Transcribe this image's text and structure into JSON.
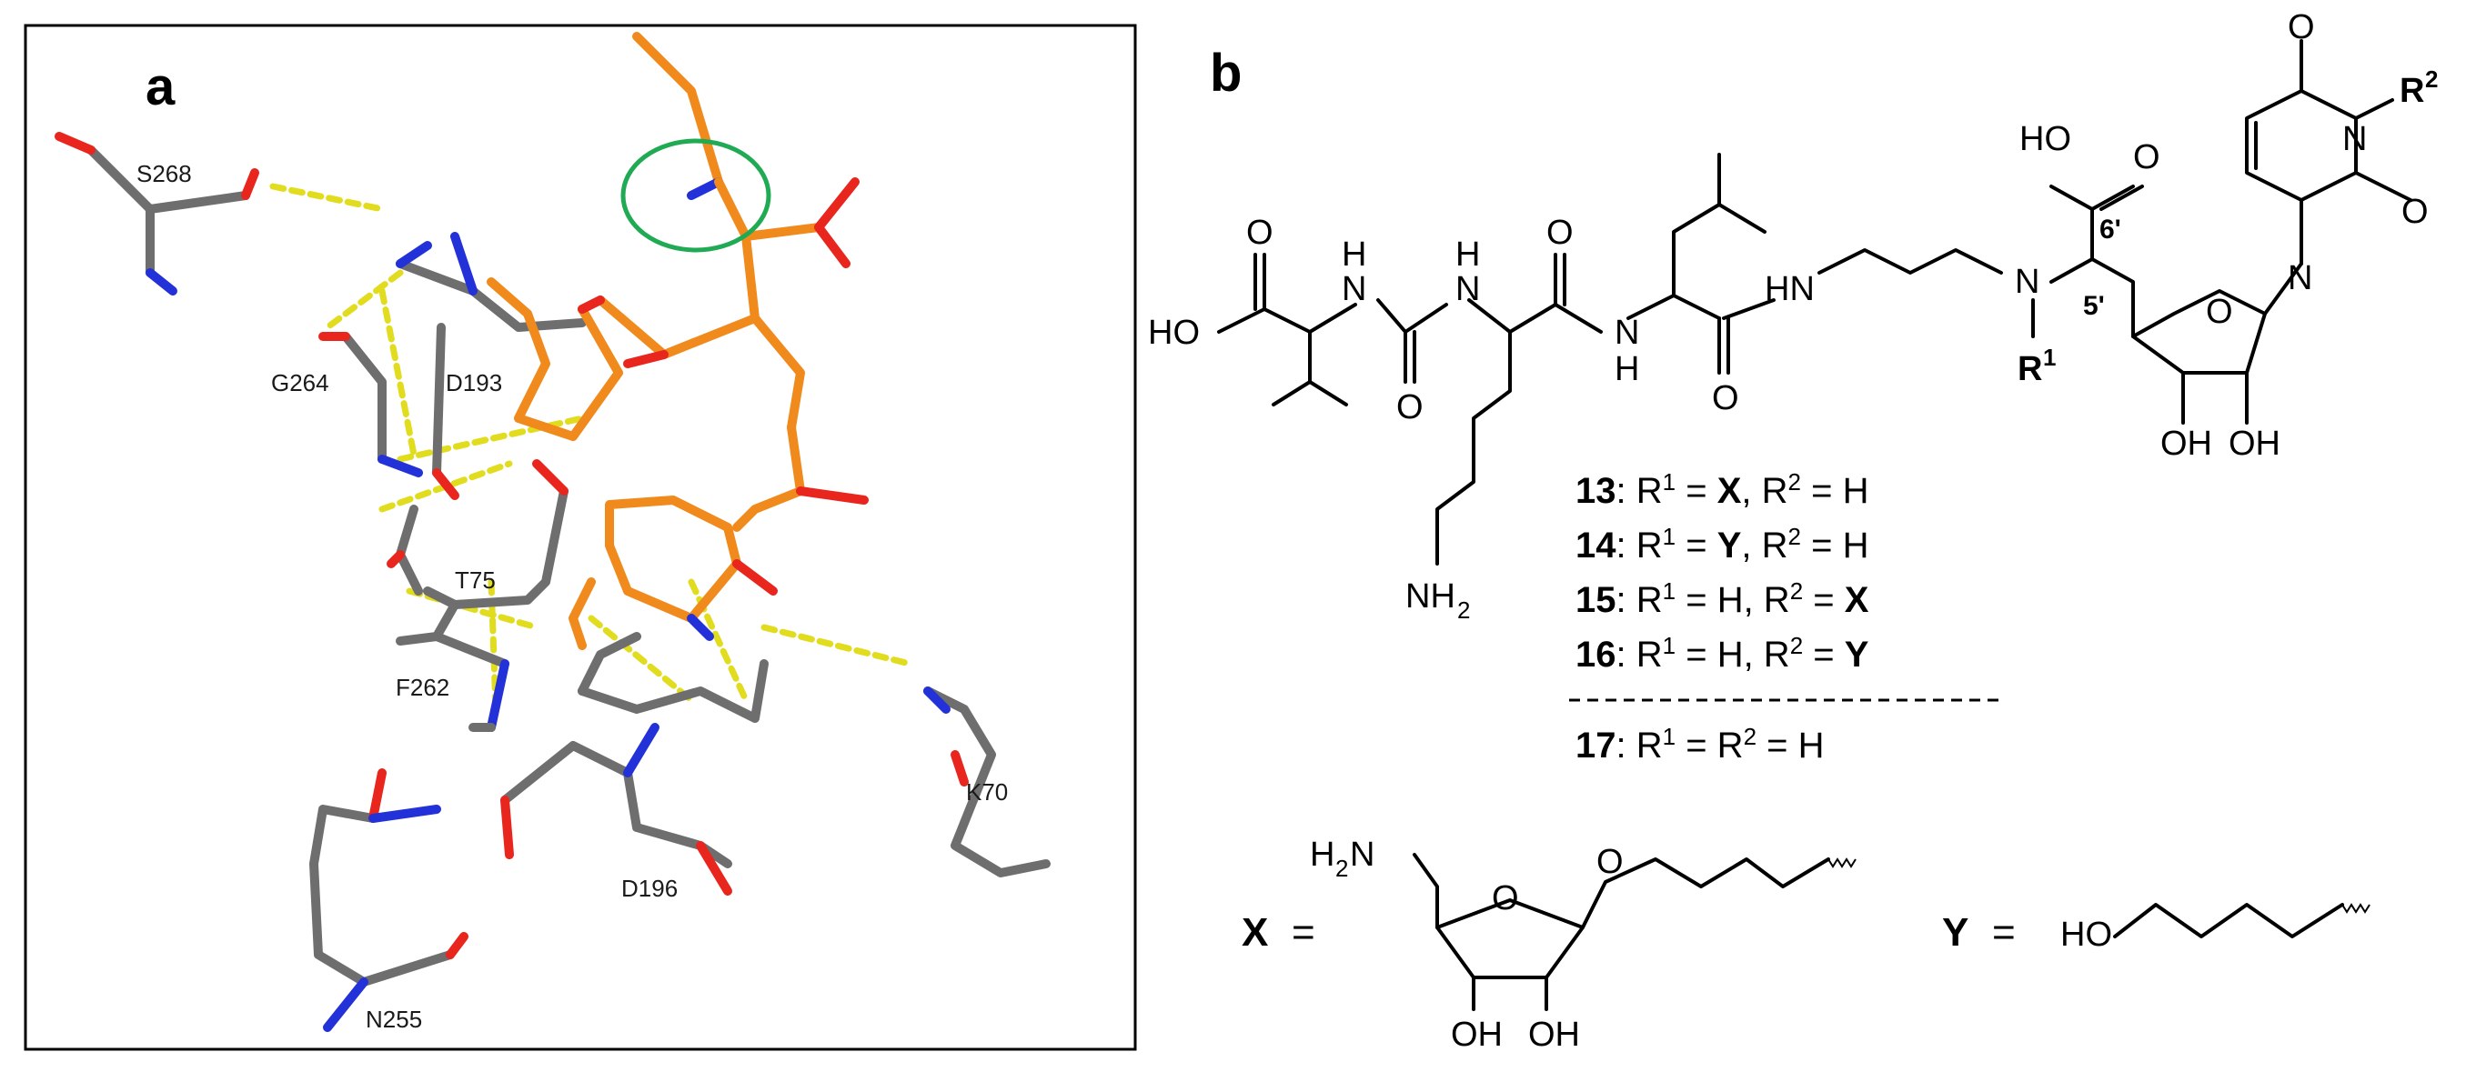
{
  "panel_a": {
    "letter": "a",
    "residues": [
      "S268",
      "G264",
      "D193",
      "T75",
      "F262",
      "N255",
      "D196",
      "K70"
    ]
  },
  "panel_b": {
    "letter": "b",
    "atoms": {
      "HO_left": "HO",
      "O": "O",
      "H": "H",
      "N": "N",
      "HN": "HN",
      "NH2": "NH",
      "NH2_sub": "2",
      "HO_top": "HO",
      "OH": "OH",
      "R1": "R",
      "R1_sup": "1",
      "R2": "R",
      "R2_sup": "2",
      "pos6": "6'",
      "pos5": "5'",
      "H2N": "H",
      "H2N_sub": "2",
      "H2N_N": "N",
      "HO_Y": "HO"
    },
    "compounds": [
      {
        "num": "13",
        "r1": "X",
        "r2": "H"
      },
      {
        "num": "14",
        "r1": "Y",
        "r2": "H"
      },
      {
        "num": "15",
        "r1": "H",
        "r2": "X"
      },
      {
        "num": "16",
        "r1": "H",
        "r2": "Y"
      }
    ],
    "compound_17": {
      "num": "17",
      "text": "R = R = H"
    },
    "labels": {
      "X": "X",
      "Y": "Y",
      "equals": "="
    }
  }
}
